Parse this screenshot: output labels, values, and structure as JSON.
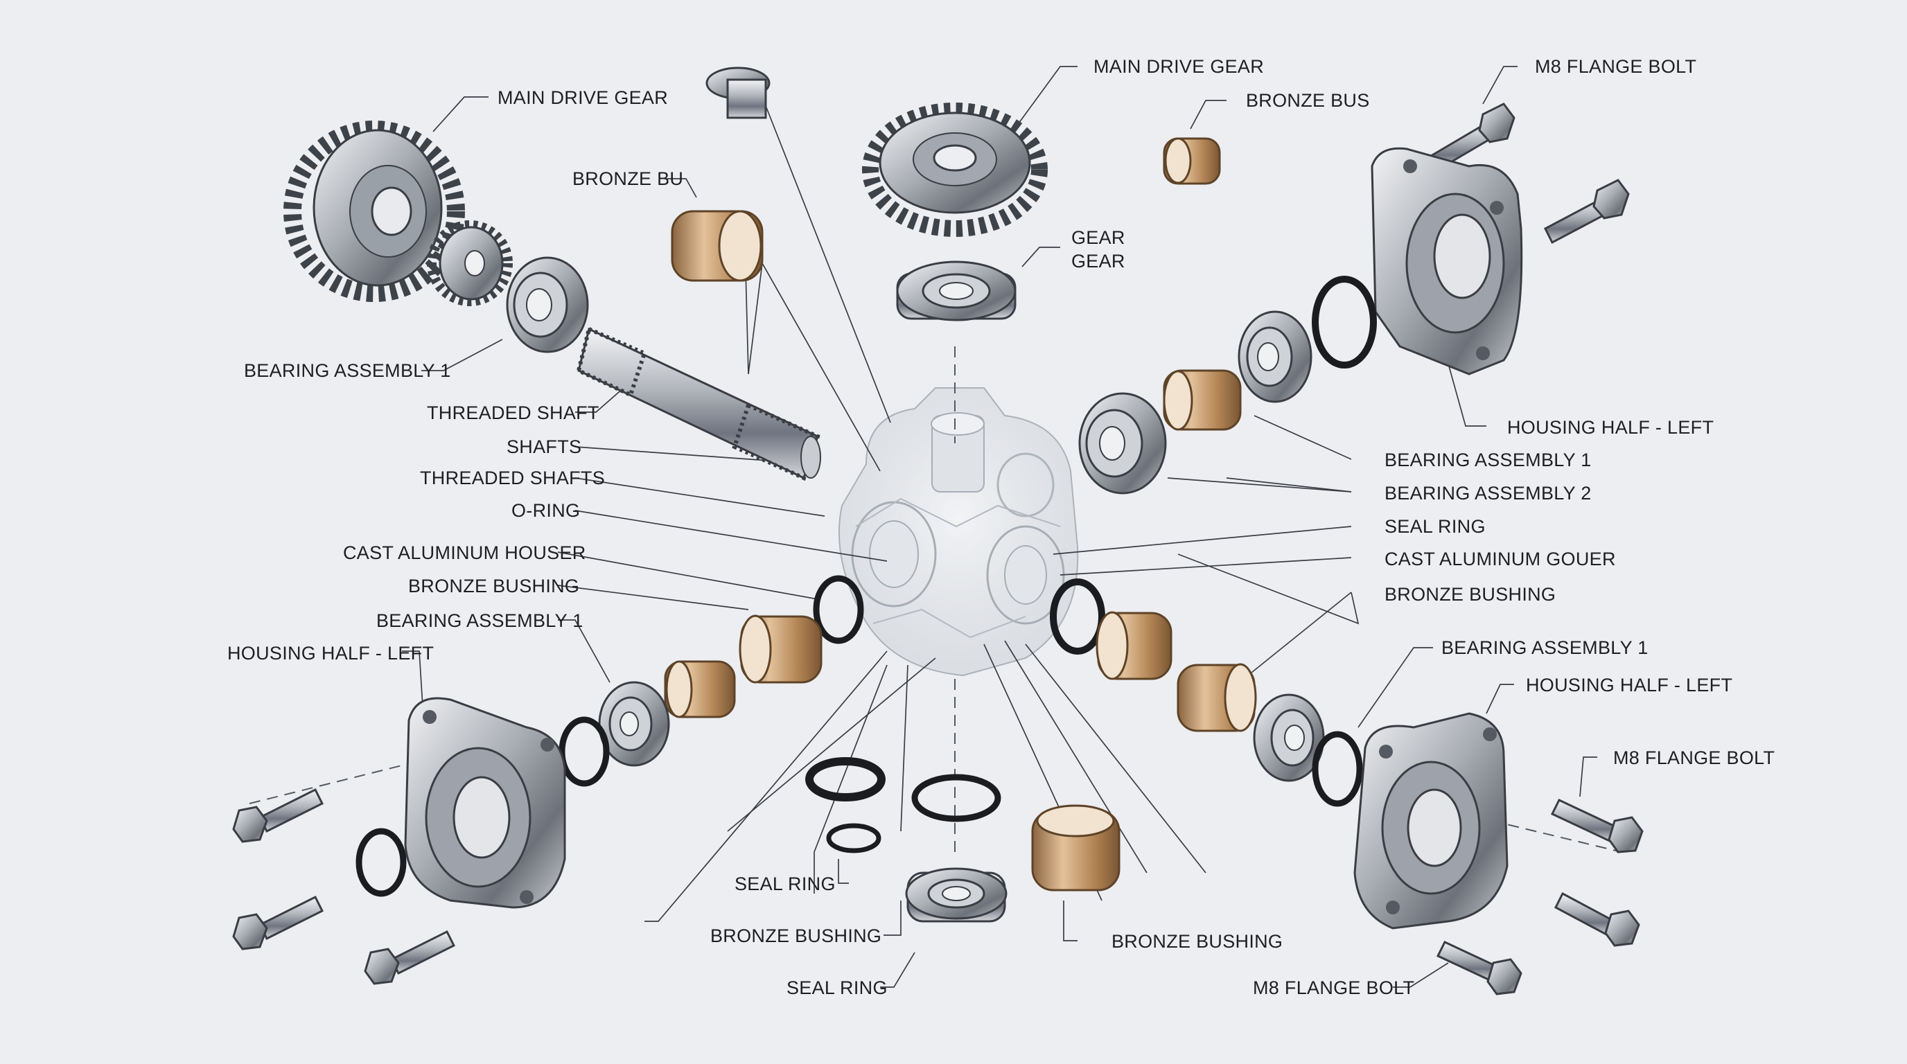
{
  "colors": {
    "background": "#eceef1",
    "steel_dark": "#4a4e55",
    "steel_light": "#d7dadf",
    "bronze": "#c39a6b",
    "rubber": "#1b1c1f",
    "leader_line": "#3a3d44",
    "housing_ghost": "#cfd3da"
  },
  "labels": {
    "main_drive_gear_left": "MAIN DRIVE GEAR",
    "main_drive_gear_top": "MAIN DRIVE GEAR",
    "bronze_bu": "BRONZE BU",
    "bronze_bus": "BRONZE BUS",
    "m8_flange_bolt_top": "M8 FLANGE BOLT",
    "gear_line1": "GEAR",
    "gear_line2": "GEAR",
    "bearing_assembly_1_left": "BEARING ASSEMBLY 1",
    "threaded_shaft": "THREADED SHAFT",
    "shafts": "SHAFTS",
    "threaded_shafts": "THREADED SHAFTS",
    "o_ring": "O-RING",
    "cast_aluminum_houser": "CAST ALUMINUM HOUSER",
    "bronze_bushing_left": "BRONZE BUSHING",
    "bearing_assembly_1_lower_left": "BEARING ASSEMBLY 1",
    "housing_half_left_lower_left": "HOUSING HALF - LEFT",
    "housing_half_left_top_right": "HOUSING HALF - LEFT",
    "bearing_assembly_1_right": "BEARING ASSEMBLY 1",
    "bearing_assembly_2_right": "BEARING ASSEMBLY 2",
    "seal_ring_right": "SEAL RING",
    "cast_aluminum_gouer": "CAST ALUMINUM GOUER",
    "bronze_bushing_right": "BRONZE BUSHING",
    "bearing_assembly_1_lower_right": "BEARING ASSEMBLY 1",
    "housing_half_left_lower_right": "HOUSING HALF - LEFT",
    "m8_flange_bolt_right": "M8 FLANGE BOLT",
    "m8_flange_bolt_bottom": "M8 FLANGE BOLT",
    "seal_ring_bottom_upper": "SEAL RING",
    "bronze_bushing_bottom": "BRONZE BUSHING",
    "seal_ring_bottom_lower": "SEAL RING",
    "bronze_bushing_bottom_right": "BRONZE BUSHING"
  }
}
